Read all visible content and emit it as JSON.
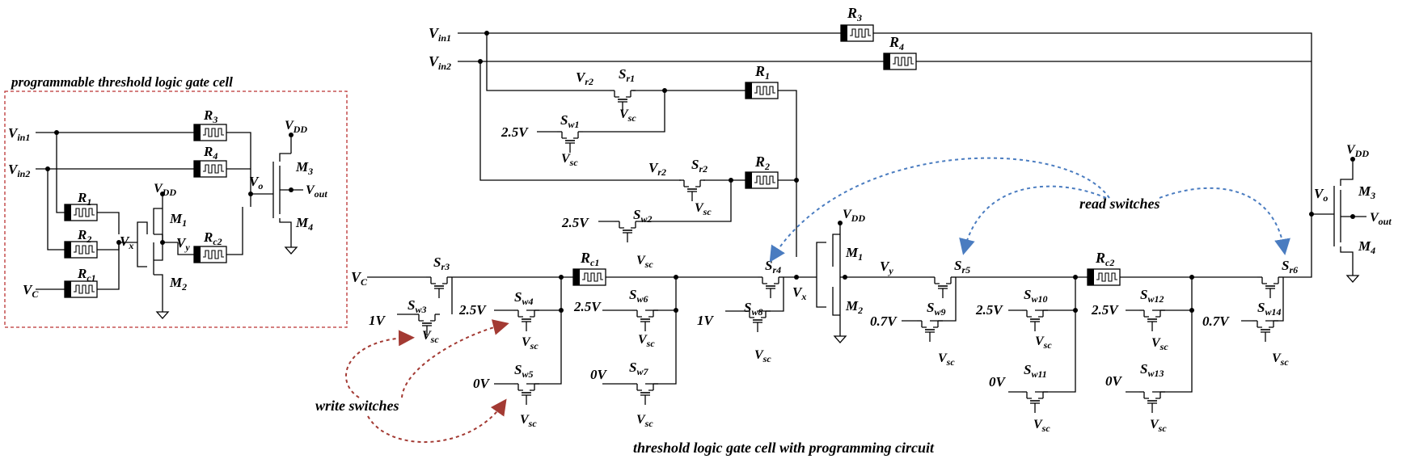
{
  "titles": {
    "cell": "programmable threshold logic gate cell",
    "circuit": "threshold logic gate cell with programming circuit",
    "read_note": "read switches",
    "write_note": "write switches"
  },
  "left": {
    "vin1": [
      "V",
      "in1"
    ],
    "vin2": [
      "V",
      "in2"
    ],
    "vc": [
      "V",
      "C"
    ],
    "r1": [
      "R",
      "1"
    ],
    "r2": [
      "R",
      "2"
    ],
    "rc1": [
      "R",
      "c1"
    ],
    "r3": [
      "R",
      "3"
    ],
    "r4": [
      "R",
      "4"
    ],
    "rc2": [
      "R",
      "c2"
    ],
    "vx": [
      "V",
      "x"
    ],
    "vy": [
      "V",
      "y"
    ],
    "vo": [
      "V",
      "o"
    ],
    "vdd1": [
      "V",
      "DD"
    ],
    "vdd2": [
      "V",
      "DD"
    ],
    "m1": [
      "M",
      "1"
    ],
    "m2": [
      "M",
      "2"
    ],
    "m3": [
      "M",
      "3"
    ],
    "m4": [
      "M",
      "4"
    ],
    "vout": [
      "V",
      "out"
    ]
  },
  "right": {
    "vin1": [
      "V",
      "in1"
    ],
    "vin2": [
      "V",
      "in2"
    ],
    "r3": [
      "R",
      "3"
    ],
    "r4": [
      "R",
      "4"
    ],
    "r1": [
      "R",
      "1"
    ],
    "r2": [
      "R",
      "2"
    ],
    "rc1": [
      "R",
      "c1"
    ],
    "rc2": [
      "R",
      "c2"
    ],
    "vr2a": [
      "V",
      "r2"
    ],
    "vr2b": [
      "V",
      "r2"
    ],
    "sr1": [
      "S",
      "r1"
    ],
    "sr2": [
      "S",
      "r2"
    ],
    "sr3": [
      "S",
      "r3"
    ],
    "sr4": [
      "S",
      "r4"
    ],
    "sr5": [
      "S",
      "r5"
    ],
    "sr6": [
      "S",
      "r6"
    ],
    "sw1": [
      "S",
      "w1"
    ],
    "sw2": [
      "S",
      "w2"
    ],
    "sw3": [
      "S",
      "w3"
    ],
    "sw4": [
      "S",
      "w4"
    ],
    "sw5": [
      "S",
      "w5"
    ],
    "sw6": [
      "S",
      "w6"
    ],
    "sw7": [
      "S",
      "w7"
    ],
    "sw8": [
      "S",
      "w8"
    ],
    "sw9": [
      "S",
      "w9"
    ],
    "sw10": [
      "S",
      "w10"
    ],
    "sw11": [
      "S",
      "w11"
    ],
    "sw12": [
      "S",
      "w12"
    ],
    "sw13": [
      "S",
      "w13"
    ],
    "sw14": [
      "S",
      "w14"
    ],
    "vsc": [
      "V",
      "sc"
    ],
    "vc": [
      "V",
      "C"
    ],
    "vx": [
      "V",
      "x"
    ],
    "vy": [
      "V",
      "y"
    ],
    "vo": [
      "V",
      "o"
    ],
    "vdd1": [
      "V",
      "DD"
    ],
    "vdd2": [
      "V",
      "DD"
    ],
    "m1": [
      "M",
      "1"
    ],
    "m2": [
      "M",
      "2"
    ],
    "m3": [
      "M",
      "3"
    ],
    "m4": [
      "M",
      "4"
    ],
    "vout": [
      "V",
      "out"
    ],
    "v25": "2.5V",
    "v1": "1V",
    "v0": "0V",
    "v07": "0.7V"
  }
}
